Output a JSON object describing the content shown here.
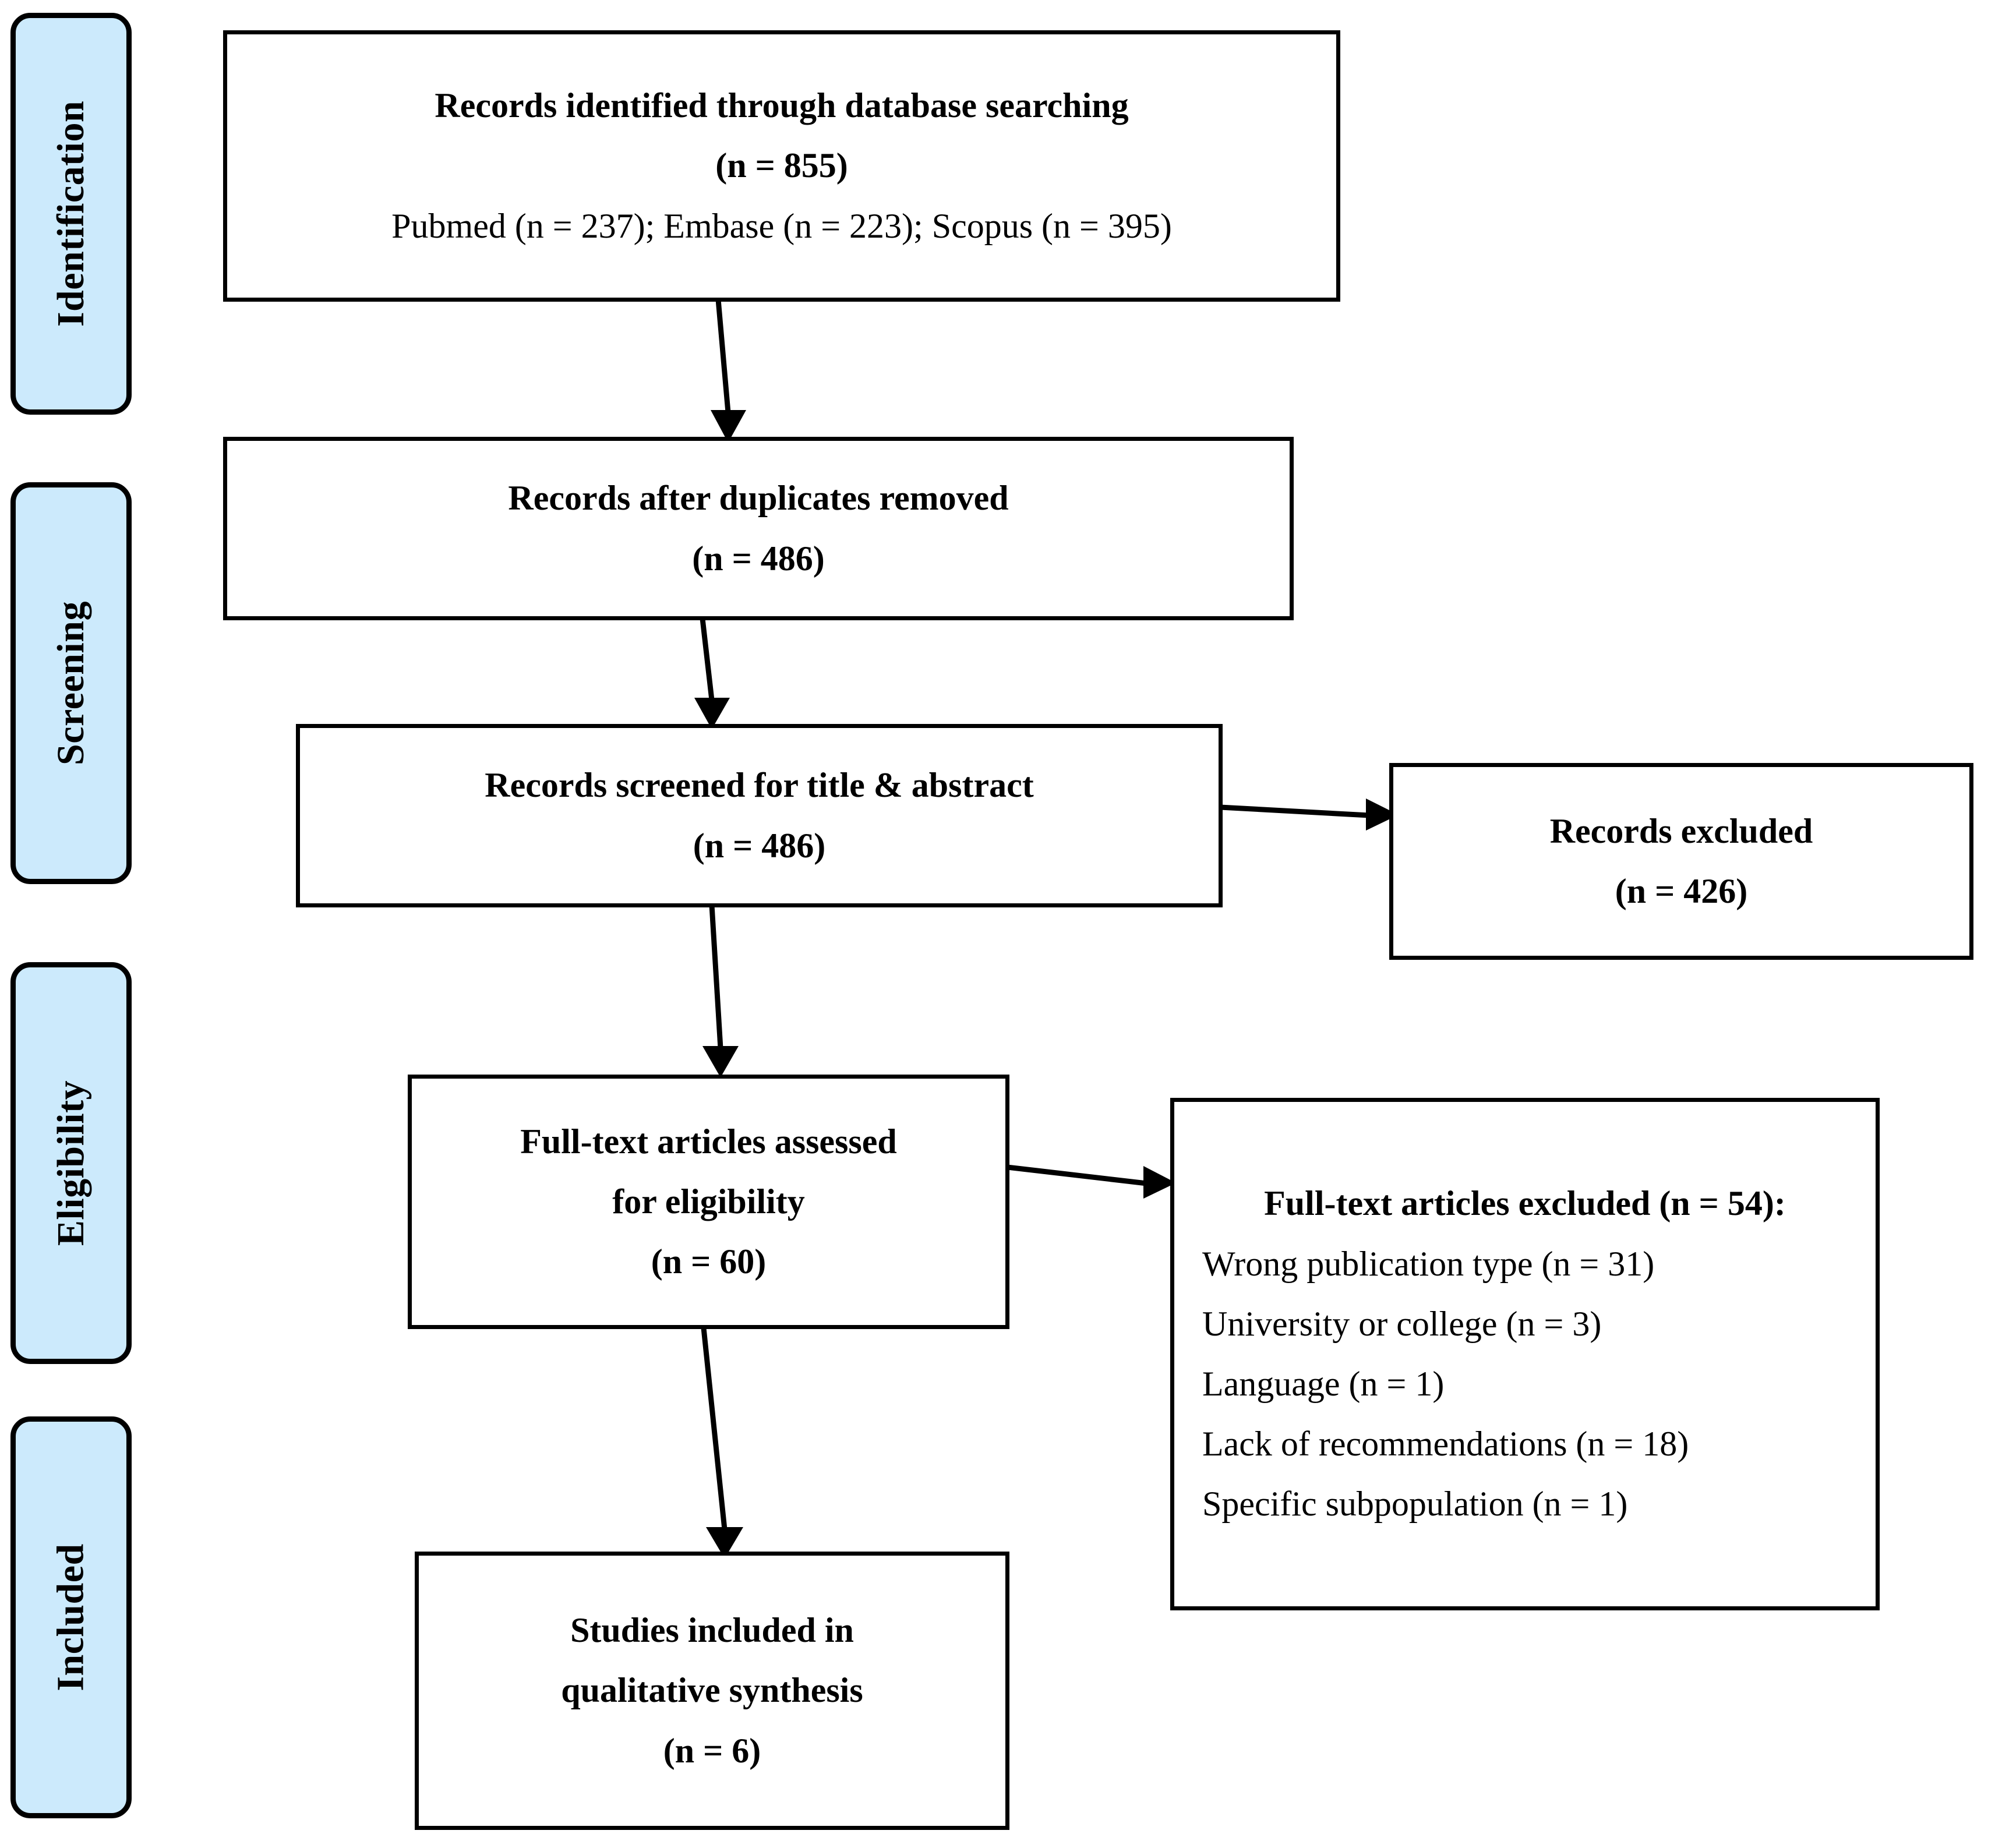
{
  "diagram": {
    "title": "PRISMA study selection flow diagram",
    "accent_color": "#cceafc",
    "line_color": "#000000",
    "background_color": "#ffffff"
  },
  "stages": [
    {
      "id": "identification",
      "label": "Identification"
    },
    {
      "id": "screening",
      "label": "Screening"
    },
    {
      "id": "eligibility",
      "label": "Eligibility"
    },
    {
      "id": "included",
      "label": "Included"
    }
  ],
  "boxes": {
    "identified": {
      "line1": "Records identified through database searching",
      "line2": "(n = 855)",
      "line3": "Pubmed (n = 237); Embase (n = 223); Scopus (n = 395)"
    },
    "after_duplicates": {
      "line1": "Records after duplicates removed",
      "line2": "(n = 486)"
    },
    "screened": {
      "line1": "Records screened for title & abstract",
      "line2": "(n = 486)"
    },
    "records_excluded": {
      "line1": "Records excluded",
      "line2": "(n = 426)"
    },
    "fulltext_assessed": {
      "line1": "Full-text articles assessed",
      "line2": "for eligibility",
      "line3": "(n = 60)"
    },
    "fulltext_excluded": {
      "heading": "Full-text articles excluded (n = 54):",
      "reasons": [
        "Wrong publication type (n = 31)",
        "University or college (n = 3)",
        "Language (n = 1)",
        "Lack of recommendations (n = 18)",
        "Specific subpopulation (n = 1)"
      ]
    },
    "included_studies": {
      "line1": "Studies included in",
      "line2": "qualitative synthesis",
      "line3": "(n = 6)"
    }
  },
  "chart_data": {
    "type": "diagram",
    "title": "PRISMA flow diagram",
    "nodes": [
      {
        "id": "identified",
        "stage": "Identification",
        "label": "Records identified through database searching",
        "n": 855,
        "sources": [
          {
            "name": "Pubmed",
            "n": 237
          },
          {
            "name": "Embase",
            "n": 223
          },
          {
            "name": "Scopus",
            "n": 395
          }
        ]
      },
      {
        "id": "after_duplicates",
        "stage": "Screening",
        "label": "Records after duplicates removed",
        "n": 486
      },
      {
        "id": "screened",
        "stage": "Screening",
        "label": "Records screened for title & abstract",
        "n": 486
      },
      {
        "id": "records_excluded",
        "stage": "Screening",
        "label": "Records excluded",
        "n": 426
      },
      {
        "id": "fulltext_assessed",
        "stage": "Eligibility",
        "label": "Full-text articles assessed for eligibility",
        "n": 60
      },
      {
        "id": "fulltext_excluded",
        "stage": "Eligibility",
        "label": "Full-text articles excluded",
        "n": 54,
        "reasons": [
          {
            "label": "Wrong publication type",
            "n": 31
          },
          {
            "label": "University or college",
            "n": 3
          },
          {
            "label": "Language",
            "n": 1
          },
          {
            "label": "Lack of recommendations",
            "n": 18
          },
          {
            "label": "Specific subpopulation",
            "n": 1
          }
        ]
      },
      {
        "id": "included_studies",
        "stage": "Included",
        "label": "Studies included in qualitative synthesis",
        "n": 6
      }
    ],
    "edges": [
      {
        "from": "identified",
        "to": "after_duplicates",
        "direction": "down"
      },
      {
        "from": "after_duplicates",
        "to": "screened",
        "direction": "down"
      },
      {
        "from": "screened",
        "to": "records_excluded",
        "direction": "right"
      },
      {
        "from": "screened",
        "to": "fulltext_assessed",
        "direction": "down"
      },
      {
        "from": "fulltext_assessed",
        "to": "fulltext_excluded",
        "direction": "right"
      },
      {
        "from": "fulltext_assessed",
        "to": "included_studies",
        "direction": "down"
      }
    ]
  }
}
